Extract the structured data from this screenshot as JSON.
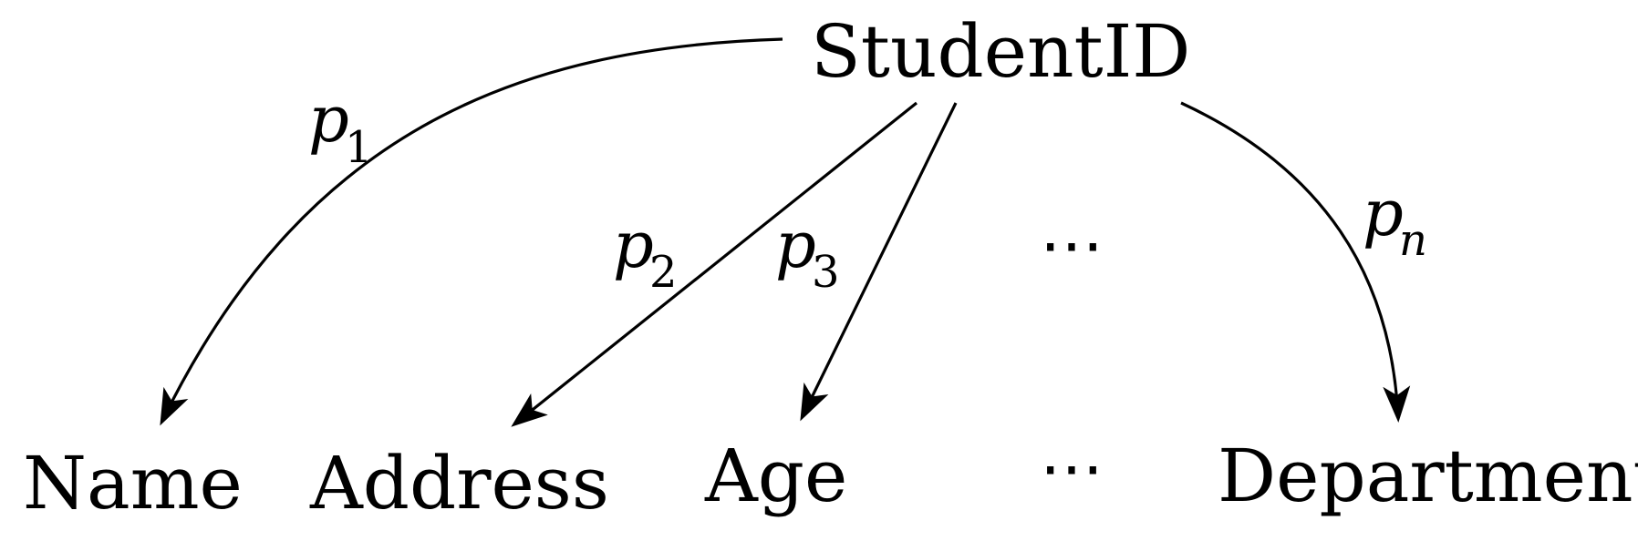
{
  "diagram": {
    "root": {
      "label": "StudentID"
    },
    "children": [
      {
        "label": "Name"
      },
      {
        "label": "Address"
      },
      {
        "label": "Age"
      },
      {
        "label": "⋯"
      },
      {
        "label": "Department"
      }
    ],
    "edges": [
      {
        "var": "p",
        "sub": "1",
        "to": "Name"
      },
      {
        "var": "p",
        "sub": "2",
        "to": "Address"
      },
      {
        "var": "p",
        "sub": "3",
        "to": "Age"
      },
      {
        "var": "p",
        "sub": "n",
        "to": "Department"
      }
    ],
    "ellipsis_middle": "⋯",
    "edge_color": "#000000"
  }
}
